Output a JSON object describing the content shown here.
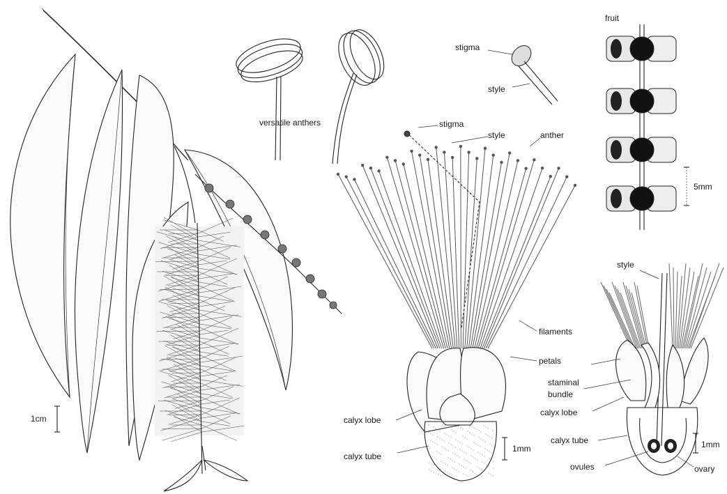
{
  "labels": {
    "versatile_anthers": "versatile anthers",
    "stigma_top": "stigma",
    "style_top": "style",
    "fruit": "fruit",
    "scale_5mm": "5mm",
    "stigma": "stigma",
    "style": "style",
    "anther": "anther",
    "filaments": "filaments",
    "petals": "petals",
    "calyx_lobe": "calyx lobe",
    "calyx_tube": "calyx tube",
    "scale_1mm_flower": "1mm",
    "scale_1cm": "1cm",
    "style_section": "style",
    "staminal_bundle_1": "staminal",
    "staminal_bundle_2": "bundle",
    "calyx_lobe_section": "calyx lobe",
    "calyx_tube_section": "calyx tube",
    "scale_1mm_section": "1mm",
    "ovules": "ovules",
    "ovary": "ovary"
  }
}
